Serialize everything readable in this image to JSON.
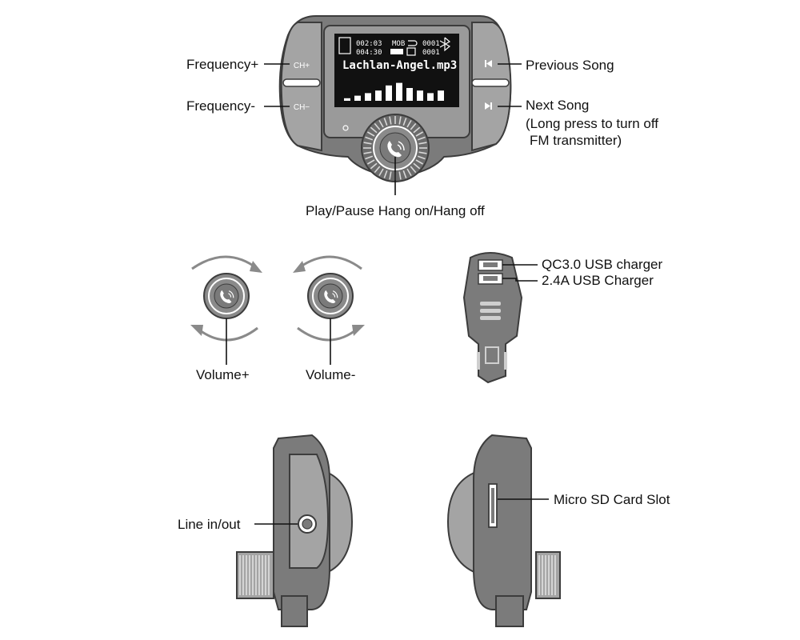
{
  "lcd": {
    "line1_a": "002:03",
    "line1_b": "MOB",
    "line1_c": "0001",
    "line2_a": "004:30",
    "line2_c": "0001",
    "song": "Lachlan-Angel.mp3"
  },
  "buttons": {
    "ch_plus": "CH+",
    "ch_minus": "CH−"
  },
  "labels": {
    "frequency_plus": "Frequency+",
    "frequency_minus": "Frequency-",
    "previous_song": "Previous Song",
    "next_song": "Next Song",
    "next_song_note_1": "(Long press to turn off",
    "next_song_note_2": "FM transmitter)",
    "play_pause": "Play/Pause Hang on/Hang off",
    "volume_plus": "Volume+",
    "volume_minus": "Volume-",
    "qc30": "QC3.0 USB charger",
    "usb24": "2.4A USB Charger",
    "line_in_out": "Line in/out",
    "micro_sd": "Micro SD Card Slot"
  },
  "equalizer_levels": [
    1,
    2,
    3,
    4,
    6,
    7,
    5,
    4,
    3,
    4
  ],
  "icons": {
    "phone": "phone-icon",
    "bluetooth": "bluetooth-icon",
    "previous": "skip-previous-icon",
    "next": "skip-next-icon",
    "rotate": "rotate-arrow-icon"
  }
}
